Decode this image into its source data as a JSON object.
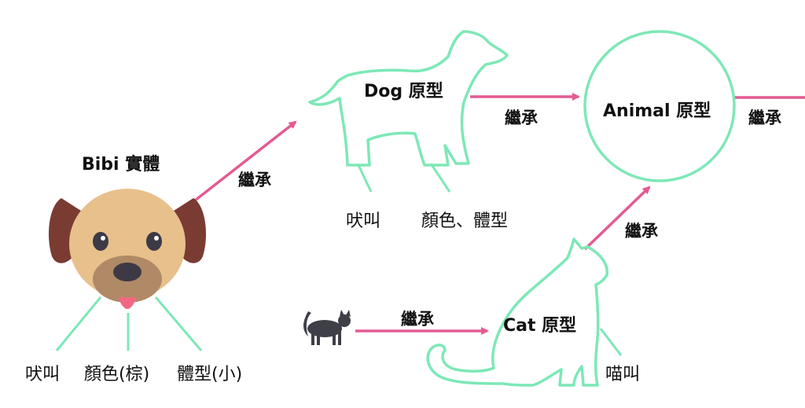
{
  "colors": {
    "outline": "#7de8b6",
    "arrow": "#e45a92",
    "text": "#111111",
    "dog_ear": "#7a3b33",
    "dog_face": "#e8c08c",
    "dog_muzzle": "#b08a66",
    "dog_nose": "#3c3a45",
    "dog_tongue": "#f06883",
    "cat_silhouette": "#3f3f48"
  },
  "icons": {
    "bibi": "dog-face-icon",
    "cat": "cat-silhouette-icon",
    "dog_outline": "dog-outline-icon",
    "cat_outline": "cat-outline-icon"
  },
  "bibi": {
    "title": "Bibi 實體",
    "props": [
      "吠叫",
      "顏色(棕)",
      "體型(小)"
    ]
  },
  "dog": {
    "title": "Dog 原型",
    "props": [
      "吠叫",
      "顏色、體型"
    ]
  },
  "animal": {
    "title": "Animal 原型"
  },
  "cat": {
    "title": "Cat 原型",
    "props": [
      "喵叫"
    ]
  },
  "inherit_label": "繼承"
}
